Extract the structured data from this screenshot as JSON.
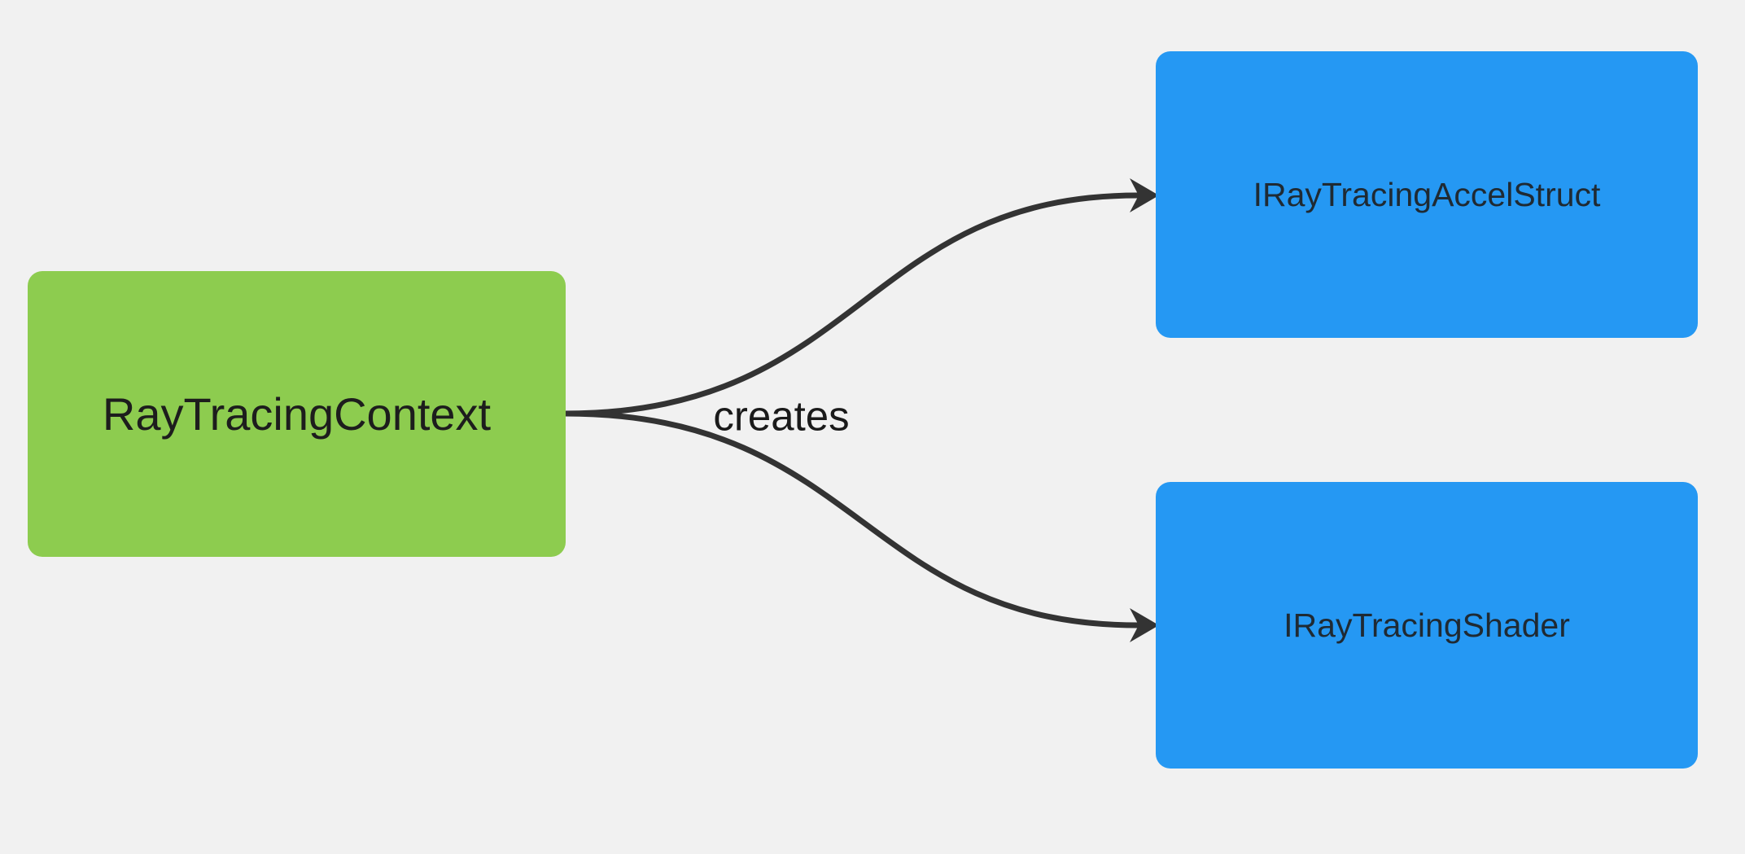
{
  "diagram": {
    "type": "flowchart",
    "background": "#f1f1f1",
    "edge_color": "#333333",
    "label_color": "#1a1a1a",
    "nodes": [
      {
        "id": "context",
        "label": "RayTracingContext",
        "fill": "#8dcc4f",
        "text_color": "#1d1d1d"
      },
      {
        "id": "accel",
        "label": "IRayTracingAccelStruct",
        "fill": "#2598f3",
        "text_color": "#1f2a33"
      },
      {
        "id": "shader",
        "label": "IRayTracingShader",
        "fill": "#2598f3",
        "text_color": "#1f2a33"
      }
    ],
    "edges": [
      {
        "from": "context",
        "to": "accel",
        "label": "creates"
      },
      {
        "from": "context",
        "to": "shader",
        "label": "creates"
      }
    ]
  }
}
